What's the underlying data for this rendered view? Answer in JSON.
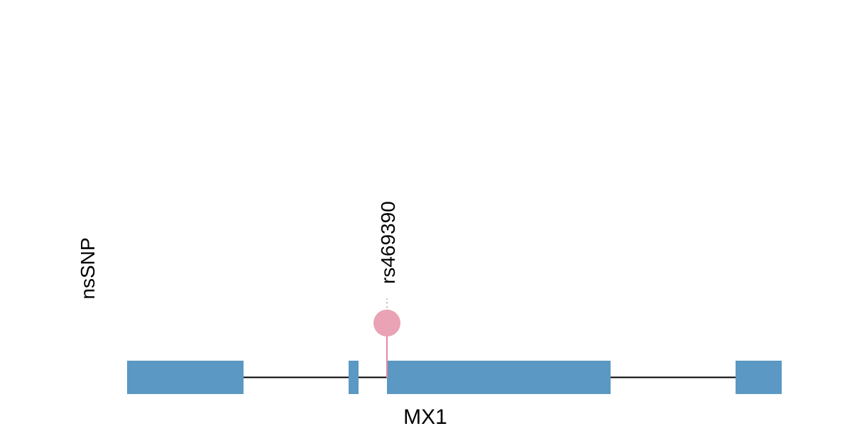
{
  "track_label": "nsSNP",
  "gene": {
    "name": "MX1",
    "exon_color": "#5b98c3",
    "intron_color": "#000000",
    "exons": [
      {
        "name": "exon-1",
        "start": 0,
        "end": 164
      },
      {
        "name": "exon-2",
        "start": 312,
        "end": 326
      },
      {
        "name": "exon-3",
        "start": 366,
        "end": 681
      },
      {
        "name": "exon-4",
        "start": 857,
        "end": 922
      }
    ],
    "range": [
      0,
      922
    ]
  },
  "snps": [
    {
      "id": "rs469390",
      "position": 366,
      "color": "#eaa3b4",
      "stem_color": "#e8879f"
    }
  ]
}
